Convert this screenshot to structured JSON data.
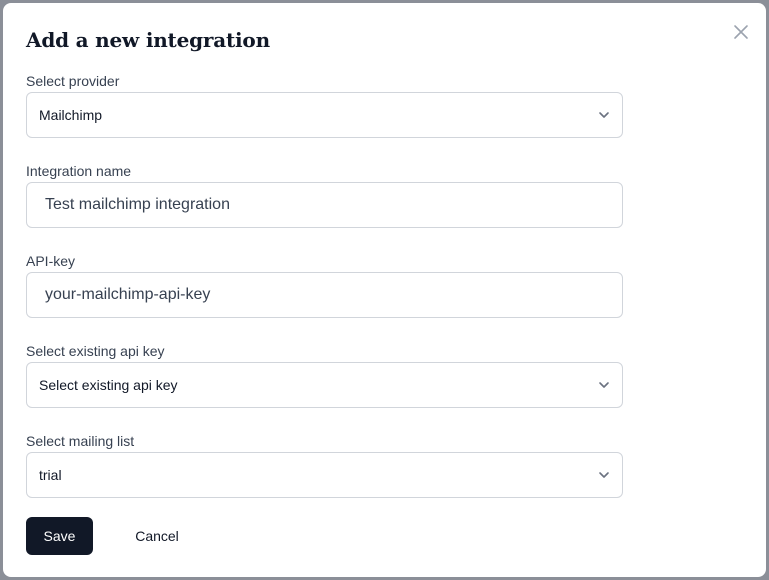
{
  "modal": {
    "title": "Add a new integration",
    "close_icon": "close-icon"
  },
  "form": {
    "provider": {
      "label": "Select provider",
      "value": "Mailchimp",
      "icon": "chevron-down-icon"
    },
    "integration_name": {
      "label": "Integration name",
      "value": "Test mailchimp integration"
    },
    "api_key": {
      "label": "API-key",
      "value": "your-mailchimp-api-key"
    },
    "existing_api_key": {
      "label": "Select existing api key",
      "value": "Select existing api key",
      "icon": "chevron-down-icon"
    },
    "mailing_list": {
      "label": "Select mailing list",
      "value": "trial",
      "icon": "chevron-down-icon"
    }
  },
  "actions": {
    "save_label": "Save",
    "cancel_label": "Cancel"
  },
  "colors": {
    "backdrop": "#8b8f98",
    "primary_button": "#111827",
    "border": "#d1d5db",
    "label_text": "#374151"
  }
}
